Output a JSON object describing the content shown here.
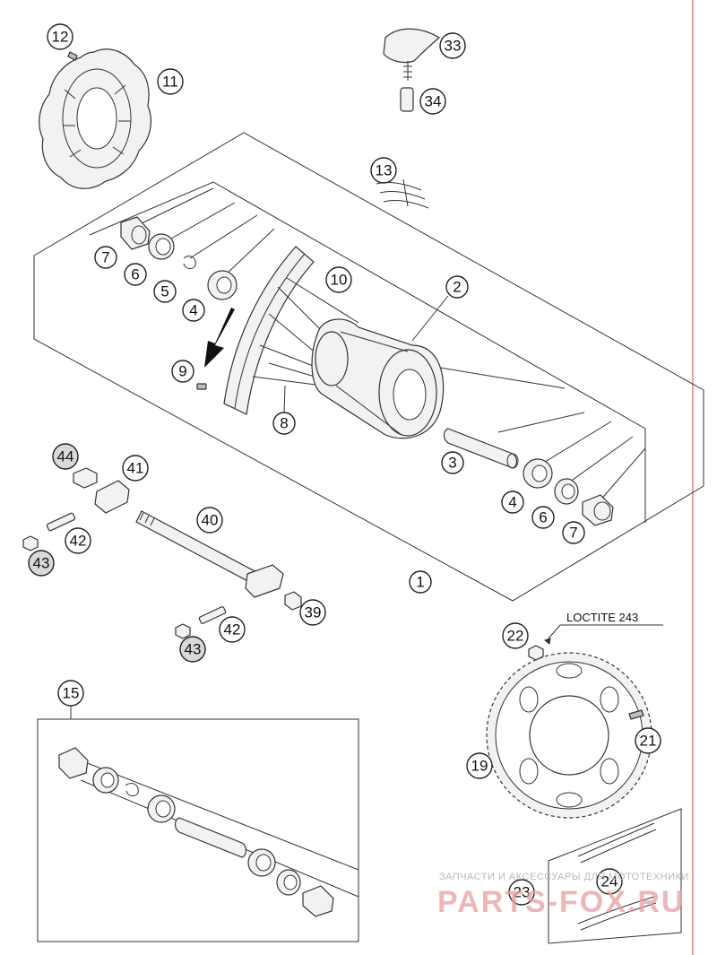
{
  "callouts": {
    "c1": "1",
    "c2": "2",
    "c3": "3",
    "c4a": "4",
    "c4b": "4",
    "c5": "5",
    "c6a": "6",
    "c6b": "6",
    "c7a": "7",
    "c7b": "7",
    "c8": "8",
    "c9": "9",
    "c10": "10",
    "c11": "11",
    "c12": "12",
    "c13": "13",
    "c15": "15",
    "c19": "19",
    "c21": "21",
    "c22": "22",
    "c23": "23",
    "c24": "24",
    "c33": "33",
    "c34": "34",
    "c39": "39",
    "c40": "40",
    "c41": "41",
    "c42a": "42",
    "c42b": "42",
    "c43a": "43",
    "c43b": "43",
    "c44": "44"
  },
  "loctite_label": "LOCTITE 243",
  "watermark": {
    "tagline": "ЗАПЧАСТИ И АКСЕССУАРЫ ДЛЯ МОТОТЕХНИКИ",
    "brand": "PARTS-FOX.RU"
  },
  "colors": {
    "margin_line": "#e06060",
    "watermark_brand": "#e8a0a0"
  }
}
